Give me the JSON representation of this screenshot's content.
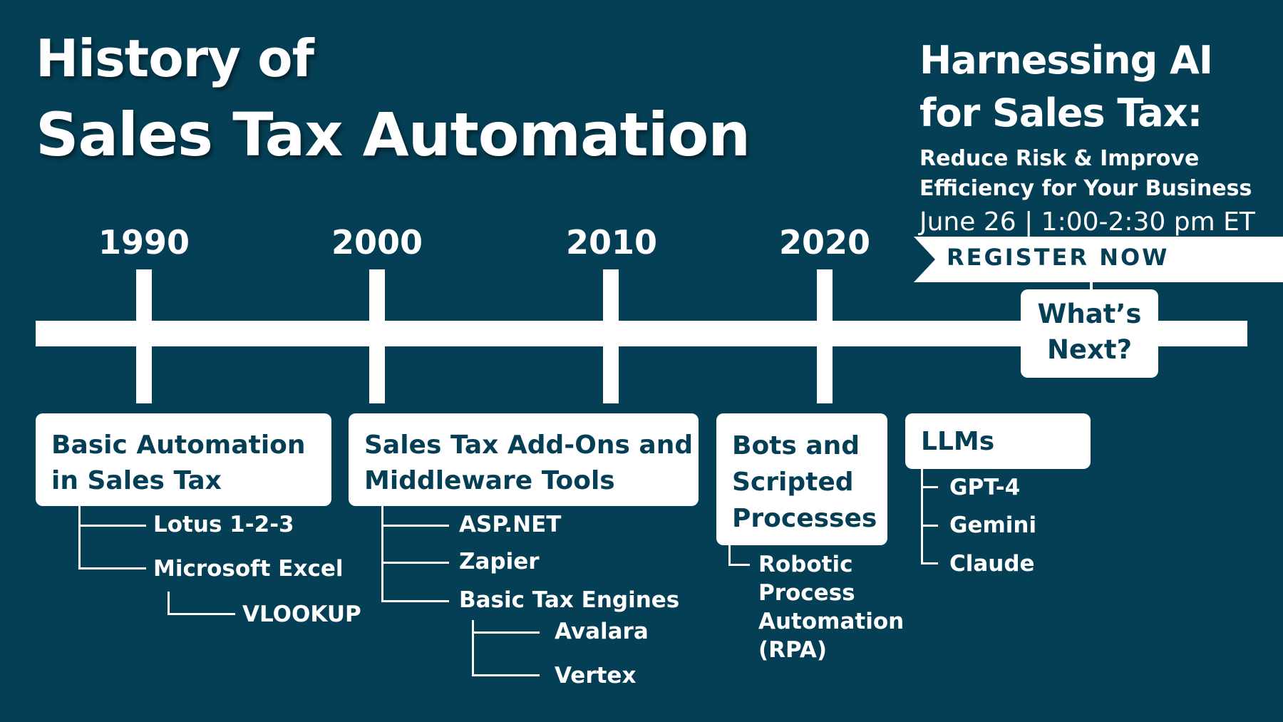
{
  "title": {
    "line1": "History of",
    "line2": "Sales Tax Automation"
  },
  "promo": {
    "heading1": "Harnessing AI",
    "heading2": "for Sales Tax:",
    "sub1": "Reduce Risk & Improve",
    "sub2": "Efficiency for Your Business",
    "date": "June 26 | 1:00-2:30 pm ET",
    "register_label": "REGISTER NOW"
  },
  "years": [
    "1990",
    "2000",
    "2010",
    "2020"
  ],
  "next": {
    "line1": "What’s",
    "line2": "Next?"
  },
  "eras": [
    {
      "lines": [
        "Basic Automation",
        "in Sales Tax"
      ],
      "items": [
        "Lotus 1-2-3",
        "Microsoft Excel"
      ],
      "subitems": [
        "VLOOKUP"
      ]
    },
    {
      "lines": [
        "Sales Tax Add-Ons and",
        "Middleware Tools"
      ],
      "items": [
        "ASP.NET",
        "Zapier",
        "Basic Tax Engines"
      ],
      "subitems": [
        "Avalara",
        "Vertex"
      ]
    },
    {
      "lines": [
        "Bots and",
        "Scripted",
        "Processes"
      ],
      "items": [
        "Robotic",
        "Process",
        "Automation",
        "(RPA)"
      ]
    },
    {
      "lines": [
        "LLMs"
      ],
      "items": [
        "GPT-4",
        "Gemini",
        "Claude"
      ]
    }
  ],
  "colors": {
    "background": "#053f55",
    "foreground": "#ffffff"
  }
}
